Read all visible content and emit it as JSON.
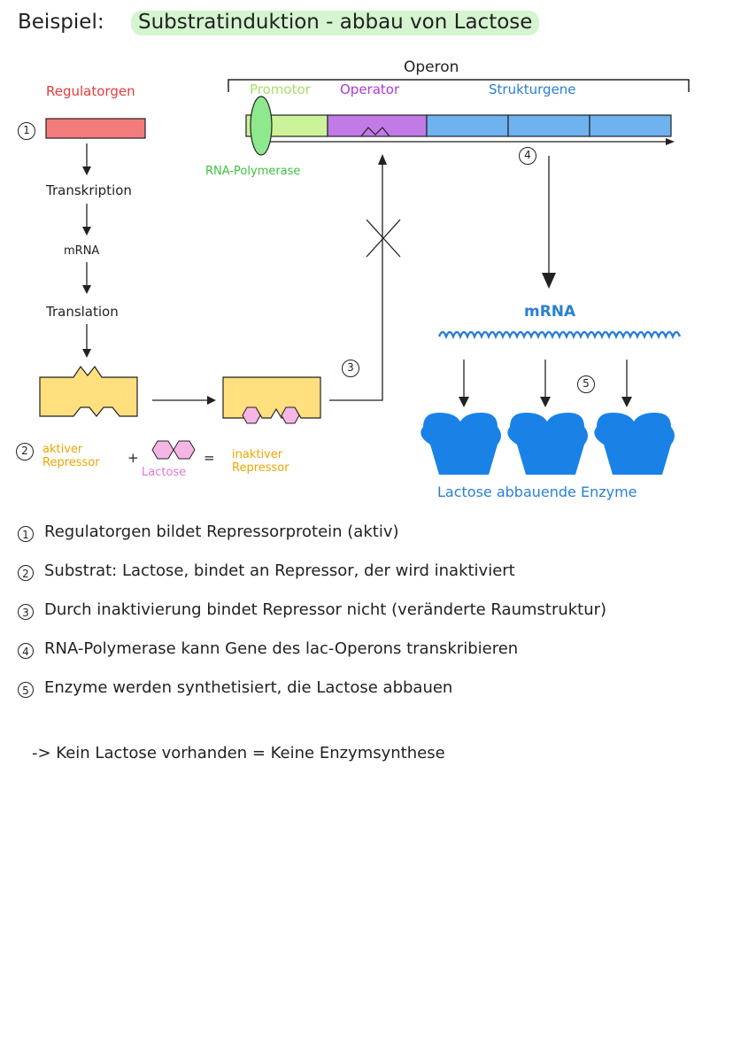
{
  "title": {
    "prefix": "Beispiel:",
    "highlight": "Substratinduktion - abbau von Lactose"
  },
  "diagram": {
    "regulator_gene": "Regulatorgen",
    "operon": "Operon",
    "promoter": "Promotor",
    "operator": "Operator",
    "structural_genes": "Strukturgene",
    "rna_polymerase": "RNA-Polymerase",
    "transcription": "Transkription",
    "mrna_left": "mRNA",
    "translation": "Translation",
    "mrna_right": "mRNA",
    "active_repressor": "aktiver Repressor",
    "plus": "+",
    "lactose": "Lactose",
    "equals": "=",
    "inactive_repressor": "inaktiver Repressor",
    "enzymes": "Lactose abbauende Enzyme",
    "step_numbers": [
      "1",
      "2",
      "3",
      "4",
      "5"
    ]
  },
  "notes": [
    {
      "num": "1",
      "text": "Regulatorgen bildet Repressorprotein (aktiv)"
    },
    {
      "num": "2",
      "text": "Substrat: Lactose, bindet an Repressor, der wird inaktiviert"
    },
    {
      "num": "3",
      "text": "Durch inaktivierung bindet Repressor nicht (veränderte Raumstruktur)"
    },
    {
      "num": "4",
      "text": "RNA-Polymerase kann Gene des lac-Operons transkribieren"
    },
    {
      "num": "5",
      "text": "Enzyme werden synthetisiert, die Lactose abbauen"
    }
  ],
  "conclusion": "-> Kein Lactose vorhanden = Keine Enzymsynthese",
  "colors": {
    "regulator_red": "#e83a3a",
    "promoter_green": "#cdf39a",
    "polymerase_green": "#8ee88e",
    "operator_purple": "#c27ae6",
    "structural_blue": "#6fb2f0",
    "enzyme_blue": "#1a82e6",
    "repressor_yellow": "#ffdf7e",
    "lactose_pink": "#f5b6e6",
    "text_orange": "#f0a500",
    "text_pink": "#e07ad0",
    "text_blue": "#2a7fd4"
  }
}
